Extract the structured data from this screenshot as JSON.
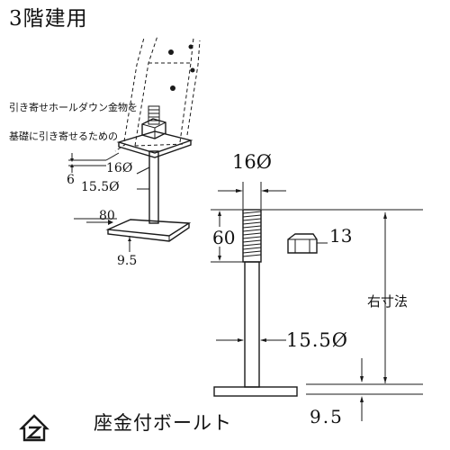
{
  "header": {
    "title": "3階建用"
  },
  "left_view": {
    "note_line1": "引き寄せホールダウン金物を",
    "note_line2": "基礎に引き寄せるための",
    "dim_6": "6",
    "dim_16": "16Ø",
    "dim_15_5": "15.5Ø",
    "dim_80": "80",
    "dim_9_5": "9.5"
  },
  "right_view": {
    "dim_16": "16Ø",
    "dim_60": "60",
    "dim_13": "13",
    "dim_right": "右寸法",
    "dim_15_5": "15.5Ø",
    "dim_9_5": "9.5"
  },
  "footer": {
    "logo_letter": "Z",
    "caption": "座金付ボールト"
  }
}
